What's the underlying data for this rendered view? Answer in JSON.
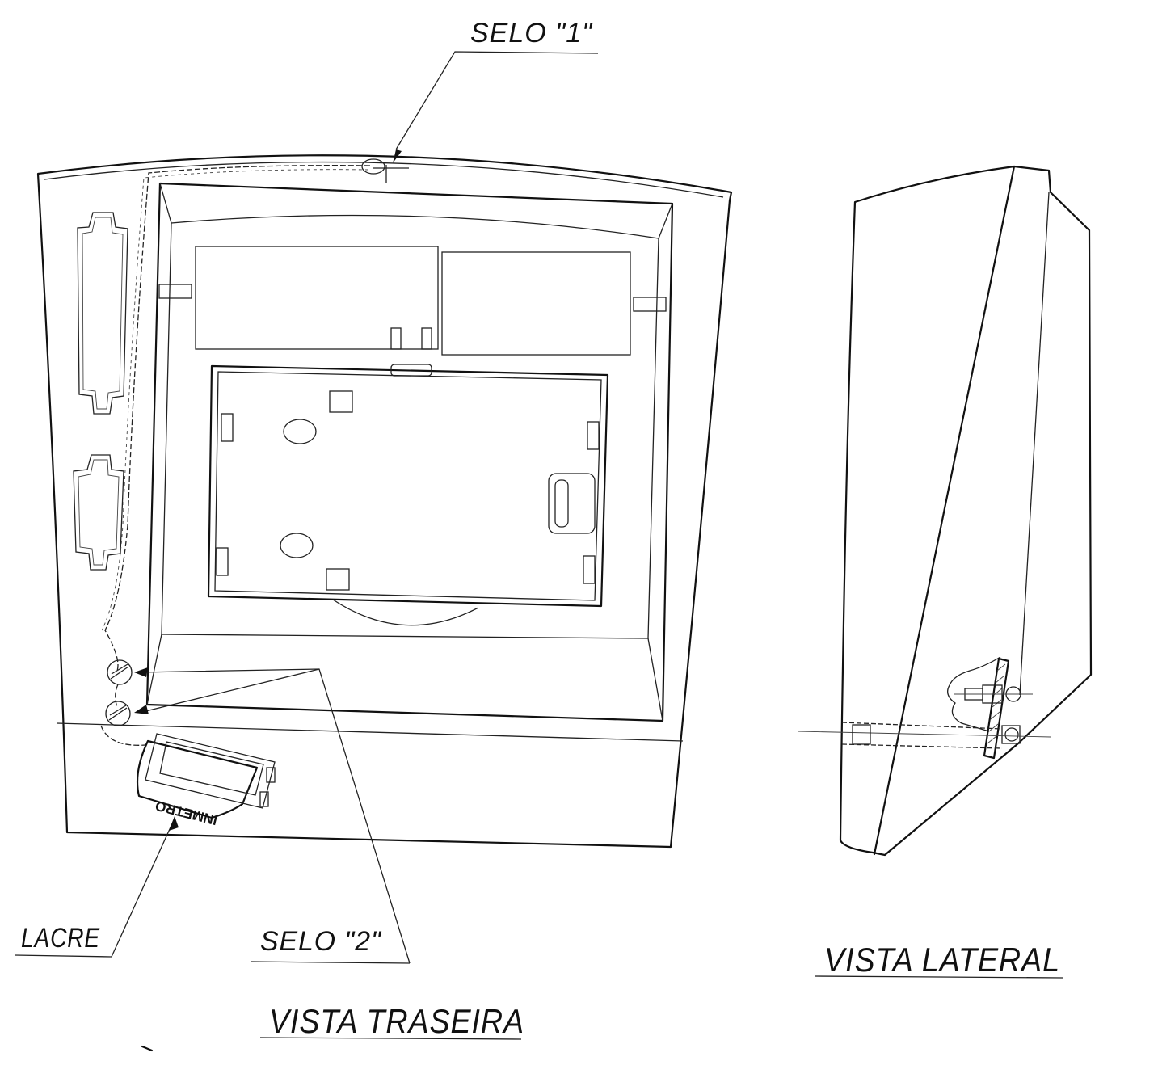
{
  "labels": {
    "selo1": "SELO \"1\"",
    "selo2": "SELO \"2\"",
    "lacre": "LACRE",
    "vista_traseira": "VISTA TRASEIRA",
    "vista_lateral": "VISTA LATERAL",
    "stamp": "INMETRO"
  }
}
